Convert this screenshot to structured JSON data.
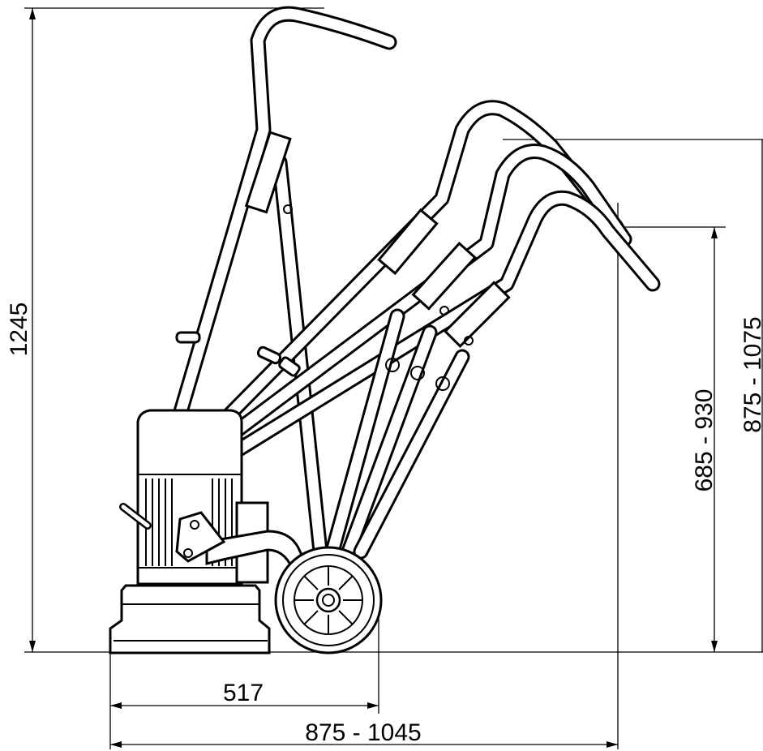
{
  "dimensions": {
    "overall_height": "1245",
    "handle_height_low": "685 - 930",
    "handle_height_high": "875 - 1075",
    "wheel_base": "517",
    "overall_length": "875 - 1045"
  }
}
